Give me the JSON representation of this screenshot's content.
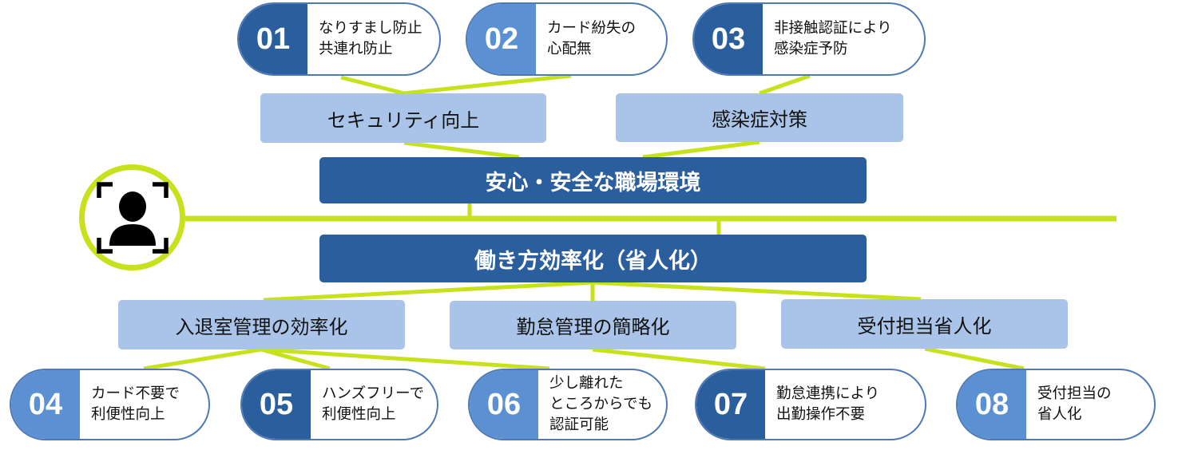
{
  "hub_icon": "face-recognition-icon",
  "colors": {
    "accent_line": "#c8e11d",
    "dark_blue": "#2a5e9d",
    "mid_blue": "#5b90d2",
    "light_blue": "#a9c4e8",
    "pill_border": "#4d79b4"
  },
  "top_items": [
    {
      "num": "01",
      "text": "なりすまし防止\n共連れ防止"
    },
    {
      "num": "02",
      "text": "カード紛失の\n心配無"
    },
    {
      "num": "03",
      "text": "非接触認証により\n感染症予防"
    }
  ],
  "top_categories": [
    "セキュリティ向上",
    "感染症対策"
  ],
  "goal_top": "安心・安全な職場環境",
  "goal_bottom": "働き方効率化（省人化）",
  "bottom_categories": [
    "入退室管理の効率化",
    "勤怠管理の簡略化",
    "受付担当省人化"
  ],
  "bottom_items": [
    {
      "num": "04",
      "text": "カード不要で\n利便性向上"
    },
    {
      "num": "05",
      "text": "ハンズフリーで\n利便性向上"
    },
    {
      "num": "06",
      "text": "少し離れた\nところからでも\n認証可能"
    },
    {
      "num": "07",
      "text": "勤怠連携により\n出勤操作不要"
    },
    {
      "num": "08",
      "text": "受付担当の\n省人化"
    }
  ]
}
